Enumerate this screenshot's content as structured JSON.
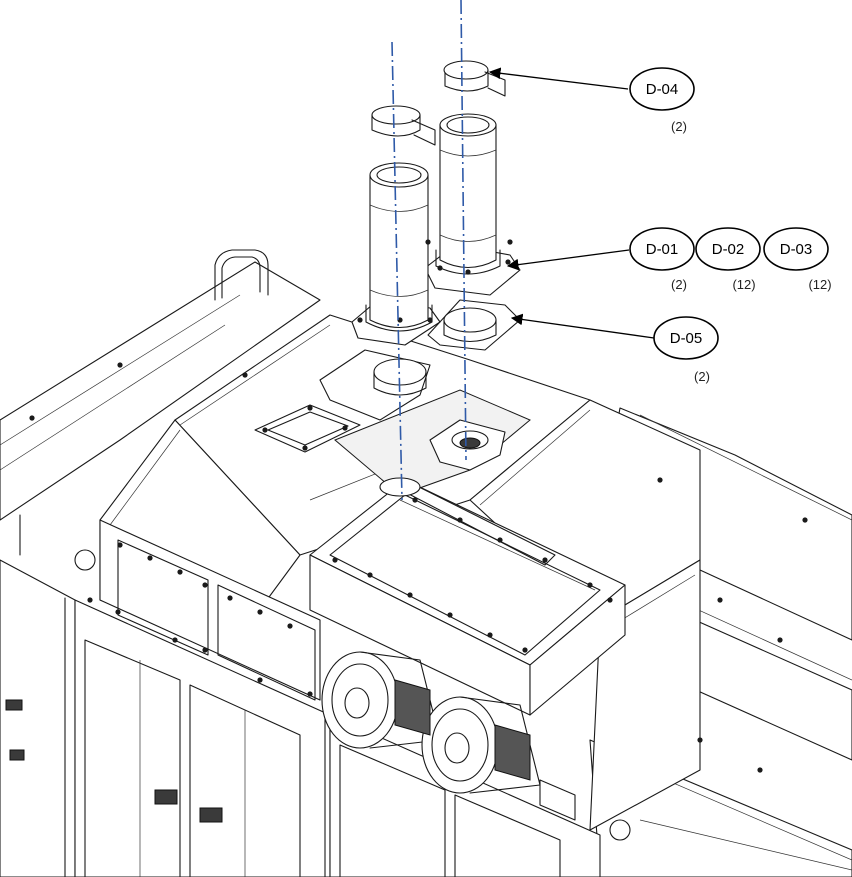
{
  "callouts": [
    {
      "id": "d04",
      "label": "D-04",
      "qty": "(2)"
    },
    {
      "id": "d01",
      "label": "D-01",
      "qty": "(2)"
    },
    {
      "id": "d02",
      "label": "D-02",
      "qty": "(12)"
    },
    {
      "id": "d03",
      "label": "D-03",
      "qty": "(12)"
    },
    {
      "id": "d05",
      "label": "D-05",
      "qty": "(2)"
    }
  ],
  "colors": {
    "line": "#1a1a1a",
    "center_axis": "#2f5aa8",
    "background": "#ffffff"
  }
}
